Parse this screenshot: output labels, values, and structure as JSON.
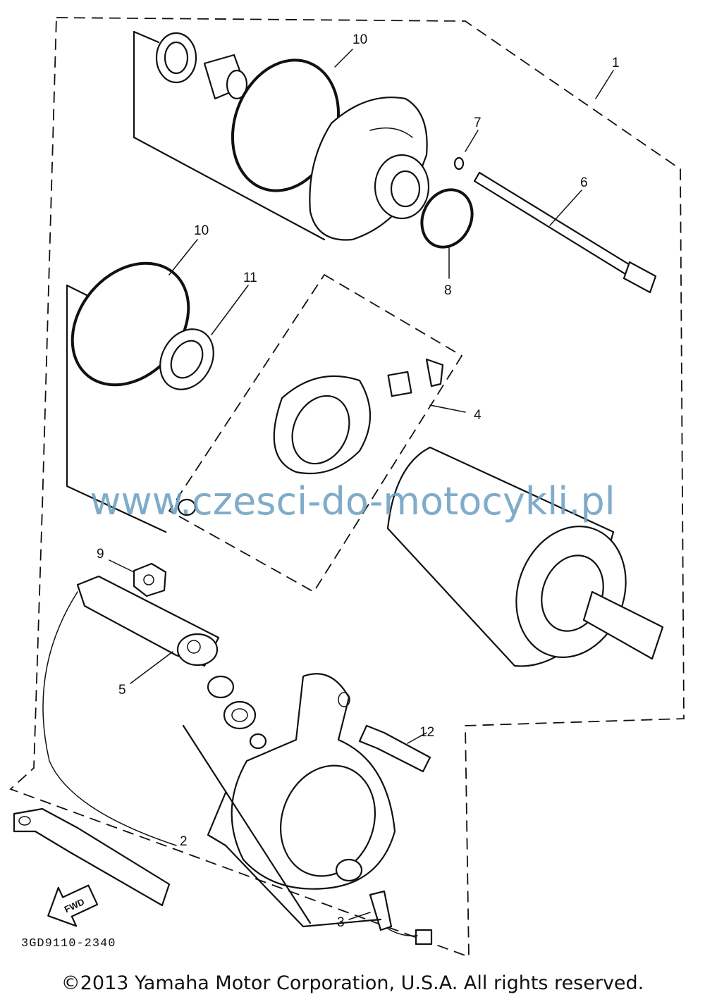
{
  "diagram": {
    "callouts": {
      "c1": "1",
      "c2": "2",
      "c3": "3",
      "c4": "4",
      "c5": "5",
      "c6": "6",
      "c7": "7",
      "c8": "8",
      "c9": "9",
      "c10a": "10",
      "c10b": "10",
      "c11": "11",
      "c12": "12"
    },
    "drawing_code": "3GD9110-2340",
    "watermark": "www.czesci-do-motocykli.pl",
    "fwd_arrow_text": "FWD"
  },
  "footer": {
    "copyright": "©2013 Yamaha Motor Corporation, U.S.A. All rights reserved."
  }
}
